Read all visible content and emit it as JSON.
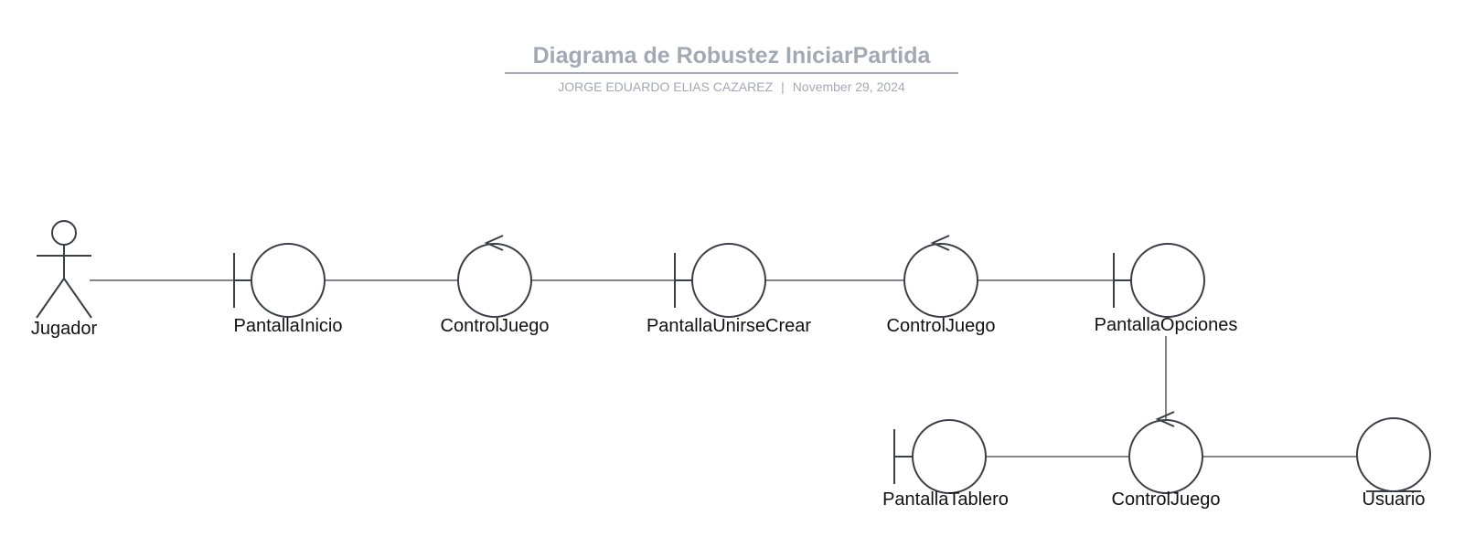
{
  "header": {
    "title": "Diagrama de Robustez IniciarPartida",
    "author": "JORGE EDUARDO ELIAS CAZAREZ",
    "separator": "|",
    "date": "November 29, 2024"
  },
  "nodes": {
    "actor_jugador": {
      "type": "actor",
      "label": "Jugador"
    },
    "boundary_pantalla_inicio": {
      "type": "boundary",
      "label": "PantallaInicio"
    },
    "control_juego_1": {
      "type": "control",
      "label": "ControlJuego"
    },
    "boundary_pantalla_unirse_crear": {
      "type": "boundary",
      "label": "PantallaUnirseCrear"
    },
    "control_juego_2": {
      "type": "control",
      "label": "ControlJuego"
    },
    "boundary_pantalla_opciones": {
      "type": "boundary",
      "label": "PantallaOpciones"
    },
    "boundary_pantalla_tablero": {
      "type": "boundary",
      "label": "PantallaTablero"
    },
    "control_juego_3": {
      "type": "control",
      "label": "ControlJuego"
    },
    "entity_usuario": {
      "type": "entity",
      "label": "Usuario"
    }
  },
  "connections": [
    [
      "actor_jugador",
      "boundary_pantalla_inicio"
    ],
    [
      "boundary_pantalla_inicio",
      "control_juego_1"
    ],
    [
      "control_juego_1",
      "boundary_pantalla_unirse_crear"
    ],
    [
      "boundary_pantalla_unirse_crear",
      "control_juego_2"
    ],
    [
      "control_juego_2",
      "boundary_pantalla_opciones"
    ],
    [
      "boundary_pantalla_opciones",
      "control_juego_3"
    ],
    [
      "control_juego_3",
      "boundary_pantalla_tablero"
    ],
    [
      "control_juego_3",
      "entity_usuario"
    ]
  ]
}
